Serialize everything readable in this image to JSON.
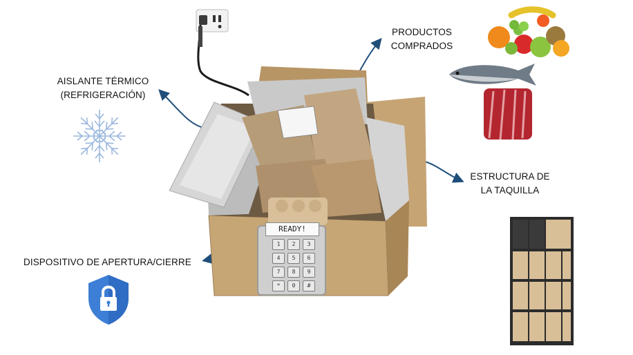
{
  "labels": {
    "aislante_line1": "AISLANTE TÉRMICO",
    "aislante_line2": "(REFRIGERACIÓN)",
    "productos_line1": "PRODUCTOS",
    "productos_line2": "COMPRADOS",
    "estructura_line1": "ESTRUCTURA DE",
    "estructura_line2": "LA TAQUILLA",
    "dispositivo": "DISPOSITIVO DE APERTURA/CIERRE"
  },
  "keypad": {
    "sign": "READY!",
    "keys": [
      "1",
      "2",
      "3",
      "4",
      "5",
      "6",
      "7",
      "8",
      "9",
      "*",
      "0",
      "#"
    ]
  },
  "colors": {
    "arrow": "#1f4e79",
    "shield": "#3d7fd6",
    "snowflake": "#9cb8de",
    "locker_frame": "#2b2b2b",
    "locker_door": "#d8bf98"
  },
  "icons": [
    "snowflake-icon",
    "shield-lock-icon",
    "power-outlet-icon",
    "fruits-image",
    "fish-image",
    "meat-image",
    "locker-image",
    "box-image"
  ]
}
